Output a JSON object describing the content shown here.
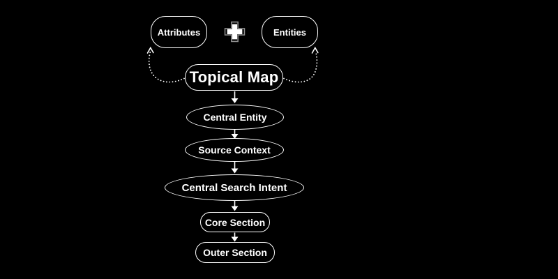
{
  "diagram": {
    "nodes": {
      "attributes": {
        "label": "Attributes",
        "shape": "rounded-rect"
      },
      "entities": {
        "label": "Entities",
        "shape": "rounded-rect"
      },
      "topical_map": {
        "label": "Topical Map",
        "shape": "pill"
      },
      "central_entity": {
        "label": "Central Entity",
        "shape": "ellipse"
      },
      "source_context": {
        "label": "Source Context",
        "shape": "ellipse"
      },
      "central_search_intent": {
        "label": "Central Search Intent",
        "shape": "ellipse"
      },
      "core_section": {
        "label": "Core Section",
        "shape": "pill"
      },
      "outer_section": {
        "label": "Outer Section",
        "shape": "pill"
      }
    },
    "icons": {
      "plus": "plus-icon"
    },
    "edges": [
      {
        "from": "topical_map",
        "to": "attributes",
        "style": "dotted-curve-arrow"
      },
      {
        "from": "topical_map",
        "to": "entities",
        "style": "dotted-curve-arrow"
      },
      {
        "from": "topical_map",
        "to": "central_entity",
        "style": "solid-arrow"
      },
      {
        "from": "central_entity",
        "to": "source_context",
        "style": "solid-arrow"
      },
      {
        "from": "source_context",
        "to": "central_search_intent",
        "style": "solid-arrow"
      },
      {
        "from": "central_search_intent",
        "to": "core_section",
        "style": "solid-arrow"
      },
      {
        "from": "core_section",
        "to": "outer_section",
        "style": "solid-arrow"
      }
    ],
    "colors": {
      "background": "#000000",
      "node_fill": "#000000",
      "node_border": "#ffffff",
      "text": "#ffffff",
      "connector": "#ffffff",
      "plus_icon_outline": "#8f8f8f",
      "plus_icon_fill": "#ffffff"
    }
  }
}
